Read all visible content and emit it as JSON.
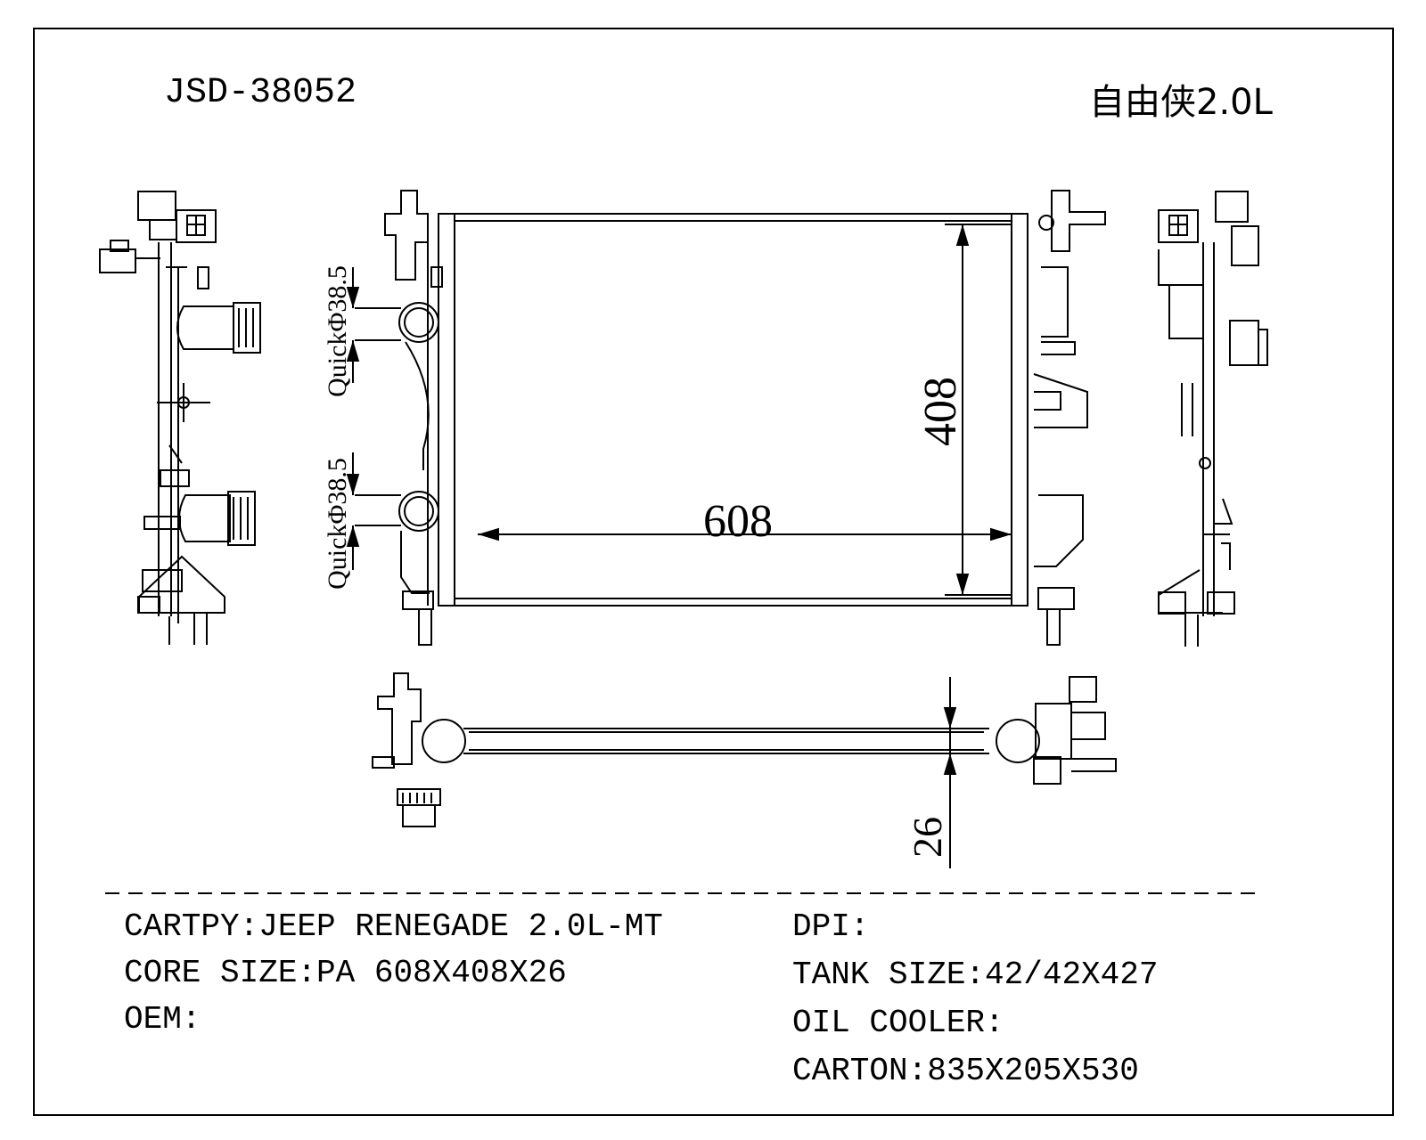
{
  "header": {
    "part_number": "JSD-38052",
    "model_cn": "自由侠2.0L"
  },
  "dimensions": {
    "width": "608",
    "height": "408",
    "thickness": "26",
    "upper_port": "QuickΦ38.5",
    "lower_port": "QuickΦ38.5"
  },
  "specs": {
    "cartpy": "CARTPY:JEEP RENEGADE 2.0L-MT",
    "core_size": "CORE SIZE:PA 608X408X26",
    "oem": "OEM:",
    "dpi": "DPI:",
    "tank_size": "TANK SIZE:42/42X427",
    "oil_cooler": "OIL COOLER:",
    "carton": "CARTON:835X205X530"
  },
  "colors": {
    "line": "#000000",
    "background": "#ffffff"
  }
}
